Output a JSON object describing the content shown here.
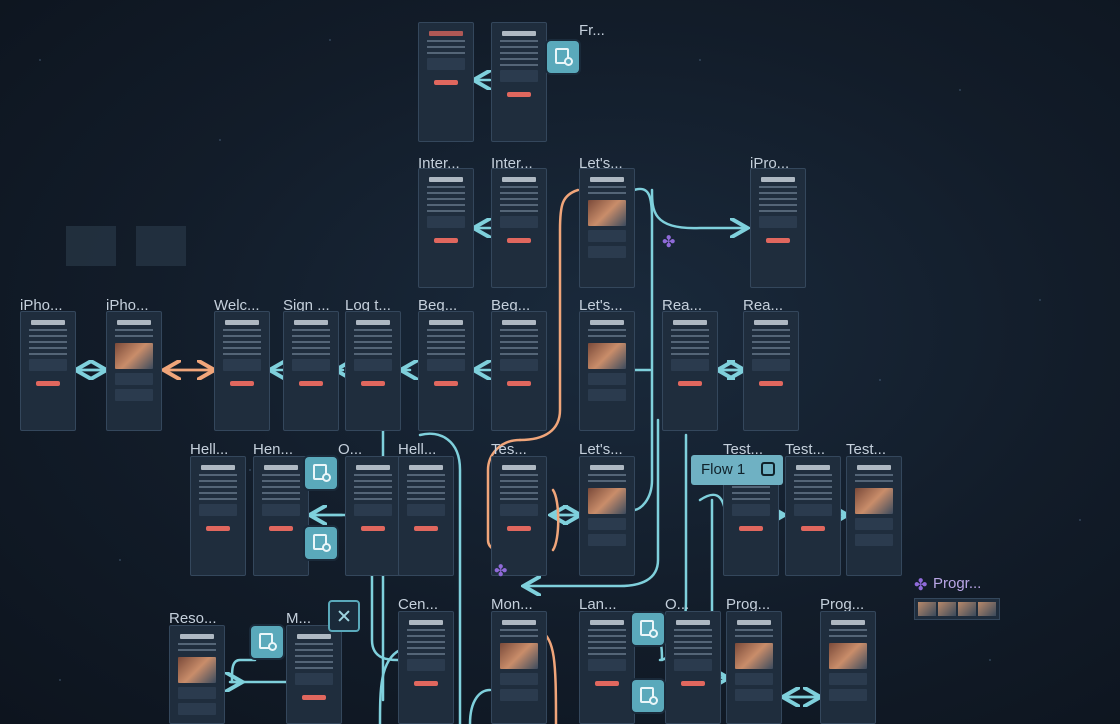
{
  "canvas": {
    "flow_badge": "Flow 1",
    "progress_section_label": "Progr...",
    "frames": [
      {
        "label": "Fr...",
        "preview": "text"
      },
      {
        "label": "Inter...",
        "preview": "text"
      },
      {
        "label": "Inter...",
        "preview": "text"
      },
      {
        "label": "Let's...",
        "preview": "image"
      },
      {
        "label": "iPro...",
        "preview": "text"
      },
      {
        "label": "iPho...",
        "preview": "text"
      },
      {
        "label": "iPho...",
        "preview": "image"
      },
      {
        "label": "Welc...",
        "preview": "text"
      },
      {
        "label": "Sign ...",
        "preview": "text"
      },
      {
        "label": "Log t...",
        "preview": "text"
      },
      {
        "label": "Beg...",
        "preview": "text"
      },
      {
        "label": "Beg...",
        "preview": "text"
      },
      {
        "label": "Let's...",
        "preview": "image"
      },
      {
        "label": "Rea...",
        "preview": "text"
      },
      {
        "label": "Rea...",
        "preview": "text"
      },
      {
        "label": "Hell...",
        "preview": "text"
      },
      {
        "label": "Hen...",
        "preview": "text"
      },
      {
        "label": "O...",
        "preview": "text"
      },
      {
        "label": "Hell...",
        "preview": "text"
      },
      {
        "label": "Tes...",
        "preview": "text"
      },
      {
        "label": "Let's...",
        "preview": "image"
      },
      {
        "label": "Test...",
        "preview": "text"
      },
      {
        "label": "Test...",
        "preview": "text"
      },
      {
        "label": "Test...",
        "preview": "image"
      },
      {
        "label": "Reso...",
        "preview": "image"
      },
      {
        "label": "M...",
        "preview": "text"
      },
      {
        "label": "Cen...",
        "preview": "text"
      },
      {
        "label": "Mon...",
        "preview": "image"
      },
      {
        "label": "Lan...",
        "preview": "text"
      },
      {
        "label": "O...",
        "preview": "text"
      },
      {
        "label": "Prog...",
        "preview": "image"
      },
      {
        "label": "Prog...",
        "preview": "image"
      }
    ]
  },
  "colors": {
    "background": "#121c29",
    "connector": "#7fd0dc",
    "connector_alt": "#f0a57a",
    "flow_badge": "#6fb1c3",
    "accent_purple": "#8f6ad9"
  },
  "icons": {
    "flow_icon": "frame-icon",
    "node_icon": "prototype-node-icon",
    "close_icon": "close-icon",
    "component_icon": "component-icon"
  }
}
